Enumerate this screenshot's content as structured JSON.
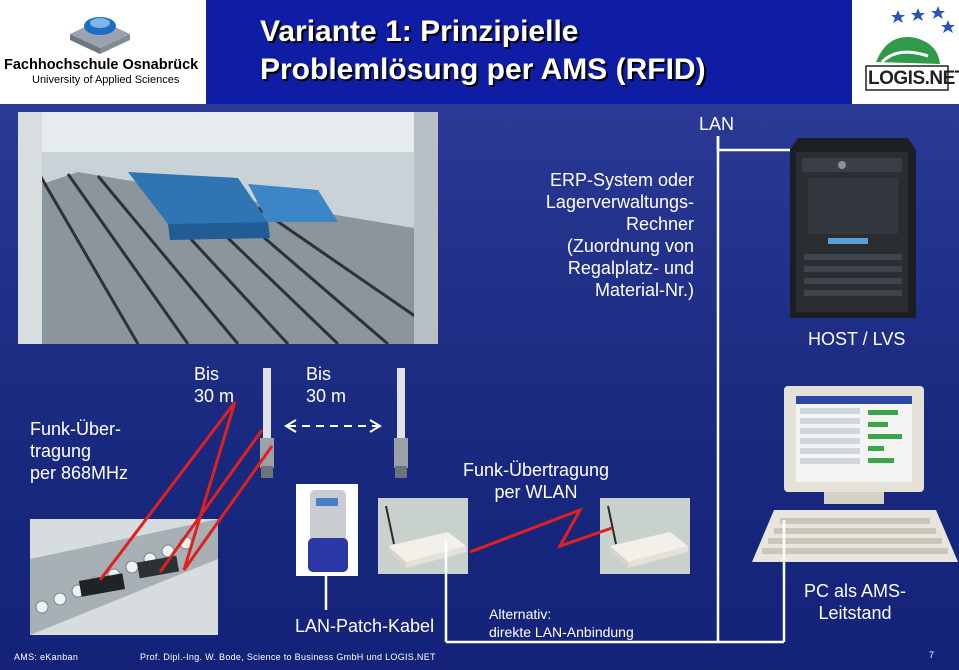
{
  "header": {
    "title_line1": "Variante 1: Prinzipielle",
    "title_line2": "Problemlösung per AMS (RFID)",
    "university_name": "Fachhochschule Osnabrück",
    "university_subtitle": "University of Applied Sciences",
    "partner_logo_text": "LOGIS.NET",
    "colors": {
      "title_band": "#0f1da4",
      "slide_background": "#1c2c86",
      "radio_link": "#e02020"
    }
  },
  "labels": {
    "lan": "LAN",
    "erp_system": [
      "ERP-System oder",
      "Lagerverwaltungs-",
      "Rechner",
      "(Zuordnung von",
      "Regalplatz- und",
      "Material-Nr.)"
    ],
    "host": "HOST / LVS",
    "funk_868": [
      "Funk-Über-",
      "tragung",
      "per 868MHz"
    ],
    "distance_1": [
      "Bis",
      "30 m"
    ],
    "distance_2": [
      "Bis",
      "30 m"
    ],
    "funk_wlan": [
      "Funk-Übertragung",
      "per WLAN"
    ],
    "lan_patch": "LAN-Patch-Kabel",
    "alternative": [
      "Alternativ:",
      "direkte LAN-Anbindung"
    ],
    "pc_leitstand": [
      "PC als AMS-",
      "Leitstand"
    ]
  },
  "footer": {
    "left": "AMS: eKanban",
    "center": "Prof. Dipl.-Ing. W. Bode, Science to Business GmbH und LOGIS.NET",
    "page": "7"
  },
  "icons": [
    "university-logo-icon",
    "warehouse-photo",
    "antenna-icon",
    "rfid-reader-icon",
    "wlan-router-icon",
    "server-icon",
    "pc-monitor-icon",
    "keyboard-icon",
    "conveyor-photo",
    "logis-net-logo-icon"
  ]
}
